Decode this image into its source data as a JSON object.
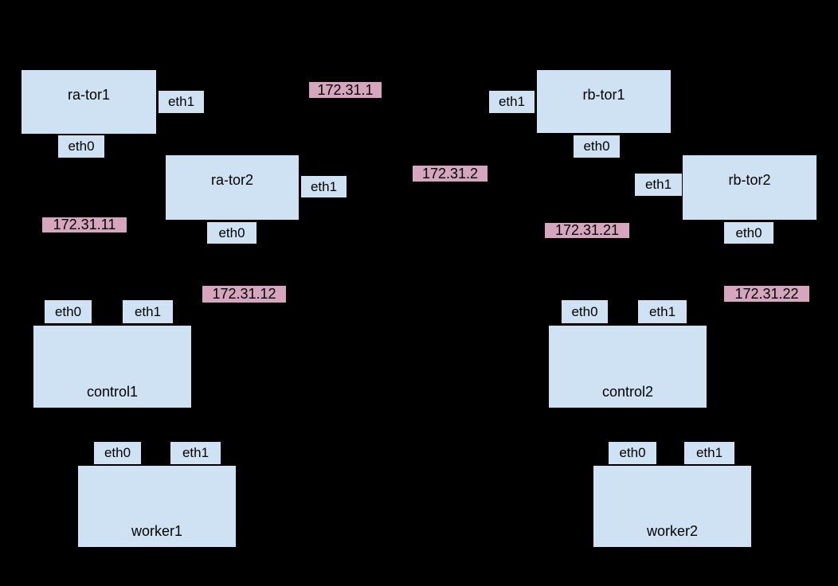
{
  "diagram": {
    "background": "#000000",
    "colors": {
      "node_fill": "#cfe2f3",
      "node_border": "#000000",
      "ip_fill": "#d5a6bd",
      "text_color": "#000000"
    },
    "nodes": [
      {
        "label": "ra-tor1",
        "ports": [
          {
            "label": "eth1"
          },
          {
            "label": "eth0"
          }
        ]
      },
      {
        "label": "ra-tor2",
        "ports": [
          {
            "label": "eth1"
          },
          {
            "label": "eth0"
          }
        ]
      },
      {
        "label": "rb-tor1",
        "ports": [
          {
            "label": "eth1"
          },
          {
            "label": "eth0"
          }
        ]
      },
      {
        "label": "rb-tor2",
        "ports": [
          {
            "label": "eth1"
          },
          {
            "label": "eth0"
          }
        ]
      },
      {
        "label": "control1",
        "ports": [
          {
            "label": "eth0"
          },
          {
            "label": "eth1"
          }
        ]
      },
      {
        "label": "control2",
        "ports": [
          {
            "label": "eth0"
          },
          {
            "label": "eth1"
          }
        ]
      },
      {
        "label": "worker1",
        "ports": [
          {
            "label": "eth0"
          },
          {
            "label": "eth1"
          }
        ]
      },
      {
        "label": "worker2",
        "ports": [
          {
            "label": "eth0"
          },
          {
            "label": "eth1"
          }
        ]
      }
    ],
    "ip_labels": [
      {
        "label": "172.31.1"
      },
      {
        "label": "172.31.2"
      },
      {
        "label": "172.31.11"
      },
      {
        "label": "172.31.12"
      },
      {
        "label": "172.31.21"
      },
      {
        "label": "172.31.22"
      }
    ]
  }
}
